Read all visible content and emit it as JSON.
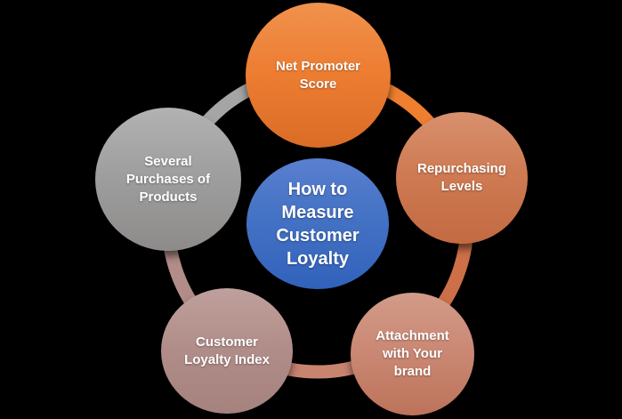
{
  "diagram": {
    "background_color": "#000000",
    "text_color": "#FFFFFF",
    "hub": {
      "label": "How to\nMeasure\nCustomer\nLoyalty",
      "color": "#4472C4"
    },
    "nodes": [
      {
        "label": "Net Promoter\nScore",
        "color": "#ED7D31"
      },
      {
        "label": "Repurchasing\nLevels",
        "color": "#CE7A52"
      },
      {
        "label": "Attachment\nwith Your\nbrand",
        "color": "#CA8874"
      },
      {
        "label": "Customer\nLoyalty Index",
        "color": "#B18D89"
      },
      {
        "label": "Several\nPurchases of\nProducts",
        "color": "#9E9E9E"
      }
    ],
    "ring_segment_colors": [
      "#EE7F2F",
      "#CD7048",
      "#C98470",
      "#B18C88",
      "#A5A5A5"
    ]
  }
}
